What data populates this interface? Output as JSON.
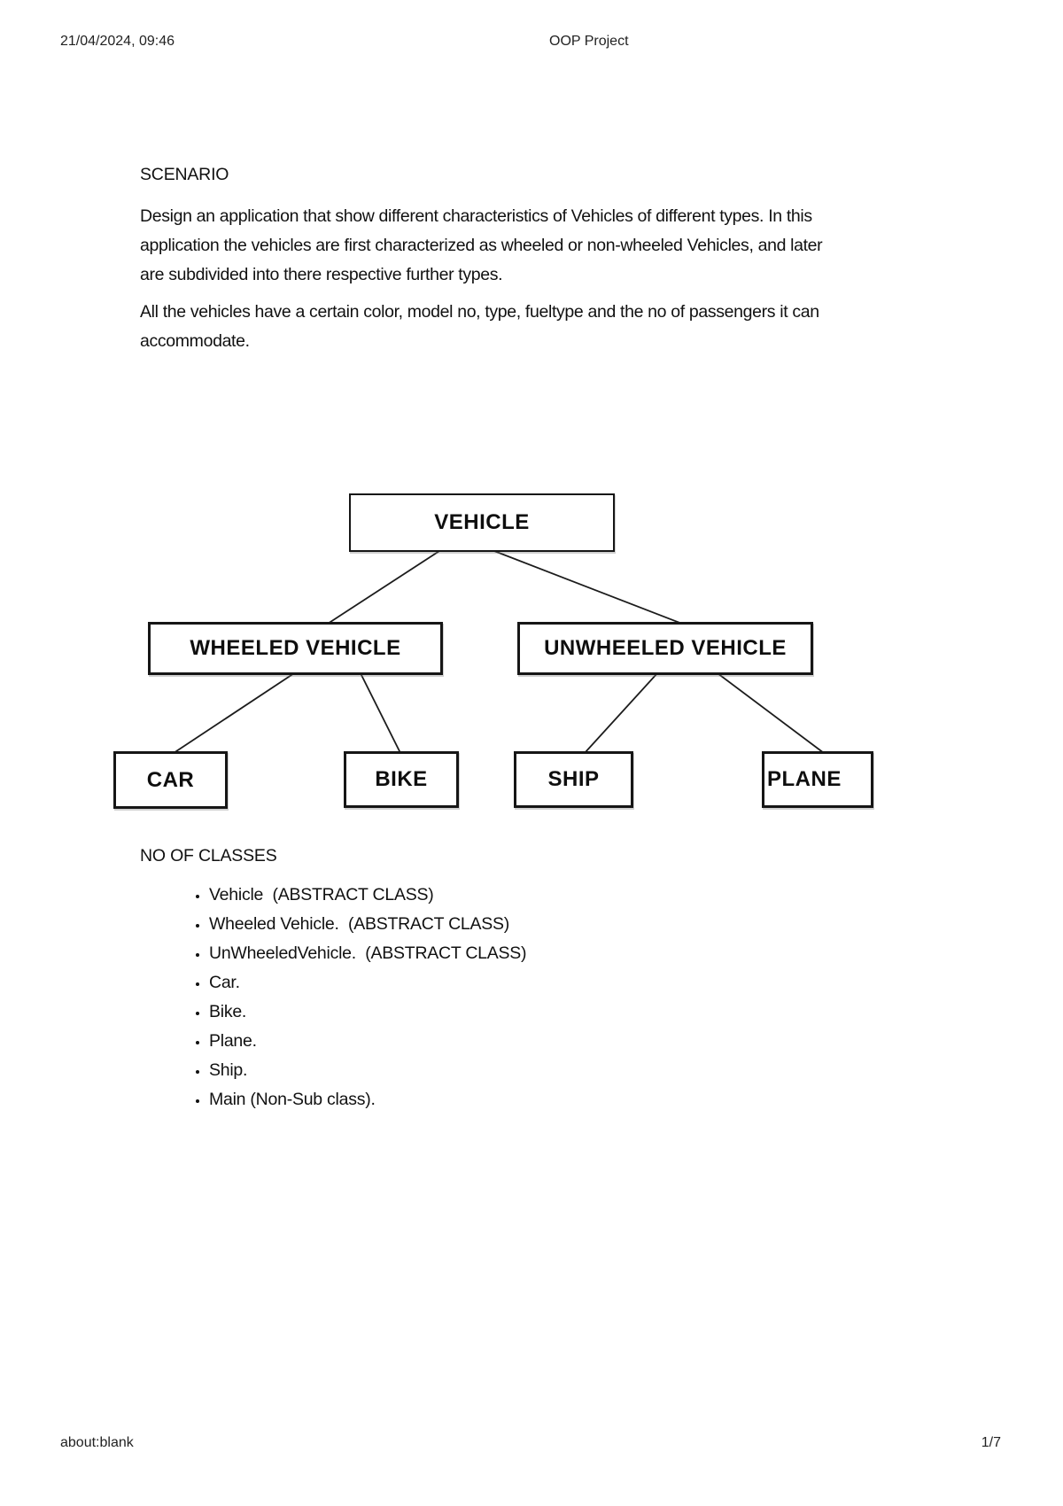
{
  "header": {
    "datetime": "21/04/2024, 09:46",
    "title": "OOP Project"
  },
  "scenario": {
    "heading": "SCENARIO",
    "para1": "Design an application that show different characteristics of Vehicles of different types. In this application the vehicles are first characterized as wheeled or non-wheeled Vehicles, and later are subdivided into there respective further types.",
    "para2": "All the vehicles have a certain color, model no, type, fueltype and the no of passengers it can accommodate."
  },
  "diagram": {
    "type": "class-hierarchy-tree",
    "nodes": [
      {
        "id": "vehicle",
        "label": "VEHICLE"
      },
      {
        "id": "wheeled",
        "label": "WHEELED VEHICLE"
      },
      {
        "id": "unwheeled",
        "label": "UNWHEELED VEHICLE"
      },
      {
        "id": "car",
        "label": "CAR"
      },
      {
        "id": "bike",
        "label": "BIKE"
      },
      {
        "id": "ship",
        "label": "SHIP"
      },
      {
        "id": "plane",
        "label": "PLANE"
      }
    ],
    "edges": [
      [
        "vehicle",
        "wheeled"
      ],
      [
        "vehicle",
        "unwheeled"
      ],
      [
        "wheeled",
        "car"
      ],
      [
        "wheeled",
        "bike"
      ],
      [
        "unwheeled",
        "ship"
      ],
      [
        "unwheeled",
        "plane"
      ]
    ]
  },
  "classes": {
    "heading": "NO OF CLASSES",
    "items": [
      "Vehicle  (ABSTRACT CLASS)",
      "Wheeled Vehicle.  (ABSTRACT CLASS)",
      "UnWheeledVehicle.  (ABSTRACT CLASS)",
      "Car.",
      "Bike.",
      "Plane.",
      "Ship.",
      "Main (Non-Sub class)."
    ]
  },
  "footer": {
    "left": "about:blank",
    "right": "1/7"
  }
}
